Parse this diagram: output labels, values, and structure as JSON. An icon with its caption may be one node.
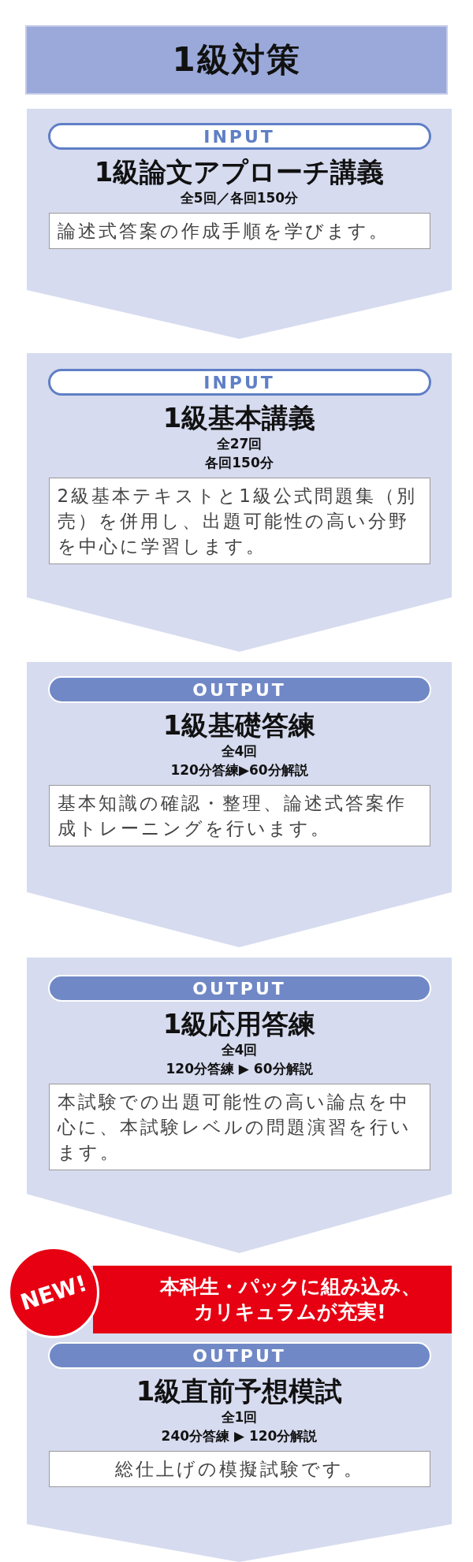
{
  "diagram": {
    "title": "1級対策",
    "nodes": [
      {
        "text": [
          "1級論文アプローチ講義",
          "全5回／各回150分"
        ]
      },
      {
        "text": [
          "INPUT"
        ],
        "in": 0
      },
      {
        "text": [
          "論述式答案の作成手順を学びます。"
        ],
        "in": 0
      },
      {
        "text": [
          "1級基本講義",
          "全27回",
          "各回150分"
        ]
      },
      {
        "text": [
          "INPUT"
        ],
        "in": 3
      },
      {
        "text": [
          "2級基本テキストと1級公式問題集（別売）を併用し、出題可能性の高い分野を中心に学習します。"
        ],
        "in": 3
      },
      {
        "text": [
          "1級基礎答練",
          "全4回",
          "120分答練▶60分解説"
        ]
      },
      {
        "text": [
          "OUTPUT"
        ],
        "in": 6
      },
      {
        "text": [
          "基本知識の確認・整理、論述式答案作成トレーニングを行います。"
        ],
        "in": 6
      },
      {
        "text": [
          "1級応用答練",
          "全4回",
          "120分答練 ▶ 60分解説"
        ]
      },
      {
        "text": [
          "OUTPUT"
        ],
        "in": 9
      },
      {
        "text": [
          "本試験での出題可能性の高い論点を中心に、本試験レベルの問題演習を行います。"
        ],
        "in": 9
      },
      {
        "text": [
          "NEW!"
        ]
      },
      {
        "text": [
          "1級直前予想模試",
          "全1回",
          "240分答練 ▶ 120分解説"
        ]
      },
      {
        "text": [
          "本科生・パックに組み込み、カリキュラムが充実!"
        ],
        "in": 13
      },
      {
        "text": [
          "OUTPUT"
        ],
        "in": 13
      },
      {
        "text": [
          "総仕上げの模擬試験です。"
        ],
        "in": 13
      }
    ]
  }
}
